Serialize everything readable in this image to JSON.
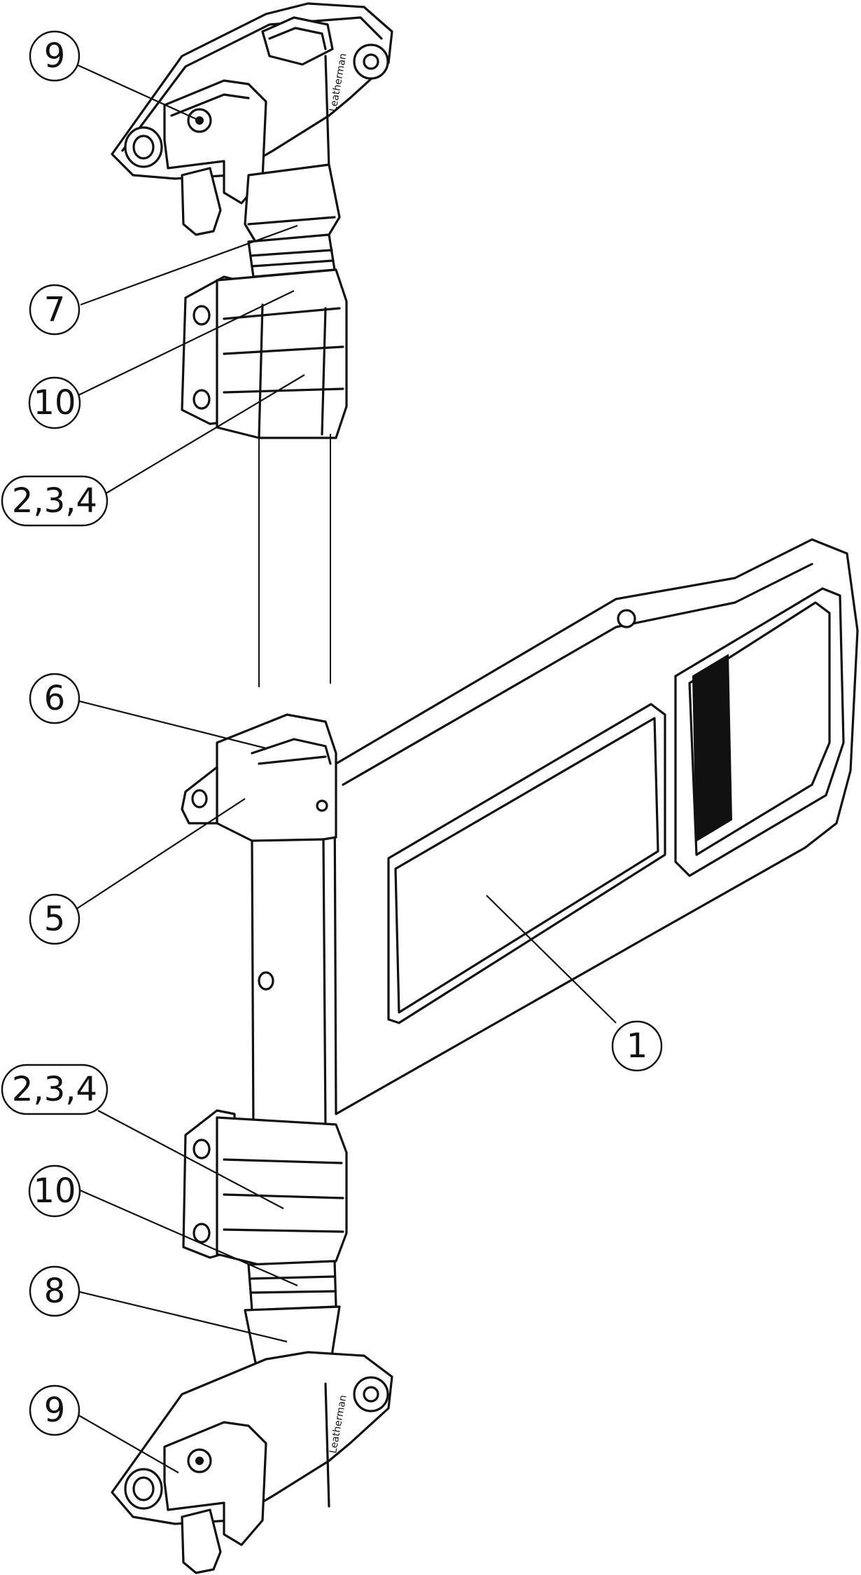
{
  "callouts": [
    {
      "id": "c9top",
      "label": "9"
    },
    {
      "id": "c7",
      "label": "7"
    },
    {
      "id": "c10top",
      "label": "10"
    },
    {
      "id": "c234top",
      "label": "2,3,4"
    },
    {
      "id": "c6",
      "label": "6"
    },
    {
      "id": "c5",
      "label": "5"
    },
    {
      "id": "c1",
      "label": "1"
    },
    {
      "id": "c234bot",
      "label": "2,3,4"
    },
    {
      "id": "c10bot",
      "label": "10"
    },
    {
      "id": "c8",
      "label": "8"
    },
    {
      "id": "c9bot",
      "label": "9"
    }
  ]
}
